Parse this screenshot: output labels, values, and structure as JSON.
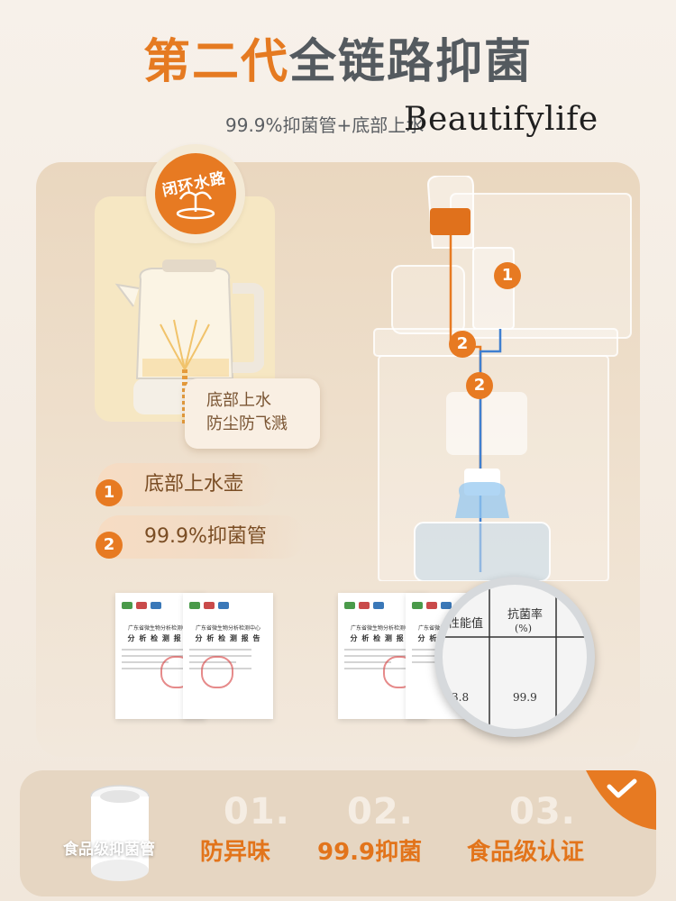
{
  "title": {
    "part1": "第二代",
    "part2": "全链路抑菌"
  },
  "subtitle": "99.9%抑菌管+底部上水",
  "watermark": "Beautifylife",
  "badge": "闭环水路",
  "info_card": {
    "line1": "底部上水",
    "line2": "防尘防飞溅"
  },
  "features": [
    {
      "num": "1",
      "label": "底部上水壶"
    },
    {
      "num": "2",
      "label": "99.9%抑菌管"
    }
  ],
  "dispenser_markers": [
    "1",
    "2",
    "2"
  ],
  "certificate": {
    "org": "广东省微生物分析检测中心",
    "heading": "分 析 检 测 报 告"
  },
  "magnifier": {
    "col1": "性能值",
    "col2": "抗菌率",
    "unit": "(%)",
    "val1": "3.8",
    "val2": "99.9"
  },
  "bottom": {
    "pipe_label": "食品级抑菌管",
    "items": [
      {
        "num": "01.",
        "label": "防异味"
      },
      {
        "num": "02.",
        "label": "99.9抑菌"
      },
      {
        "num": "03.",
        "label": "食品级认证"
      }
    ]
  },
  "colors": {
    "accent": "#e77a22",
    "title_gray": "#545a5f",
    "panel": "#ead7bf"
  }
}
